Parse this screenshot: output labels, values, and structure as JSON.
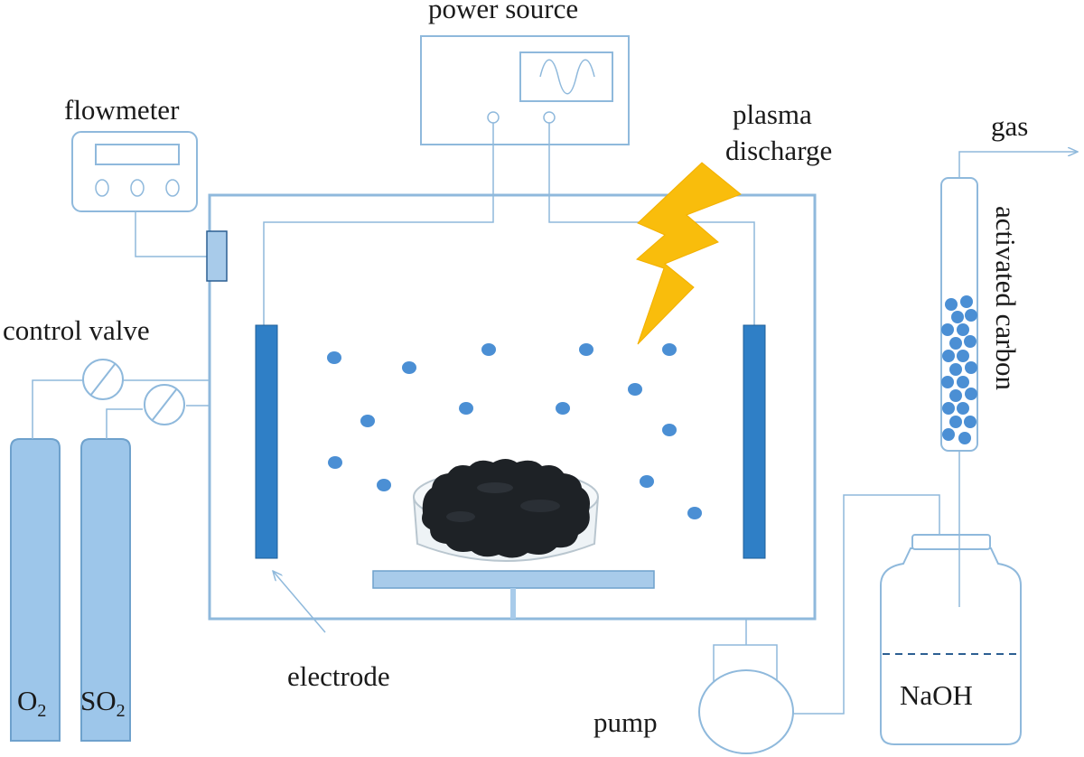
{
  "labels": {
    "power_source": "power source",
    "flowmeter": "flowmeter",
    "plasma_line1": "plasma",
    "plasma_line2": "discharge",
    "gas": "gas",
    "activated_carbon": "activated carbon",
    "control_valve": "control valve",
    "electrode": "electrode",
    "pump": "pump",
    "naoh": "NaOH",
    "o2_base": "O",
    "o2_sub": "2",
    "so2_base": "SO",
    "so2_sub": "2"
  },
  "colors": {
    "line": "#8fb9dc",
    "electrode": "#2f7fc6",
    "particle": "#4b8fd4",
    "cylinder": "#9dc6ea",
    "bolt": "#f9bd0c",
    "sample": "#1e2226",
    "plate": "#a8cbea"
  }
}
